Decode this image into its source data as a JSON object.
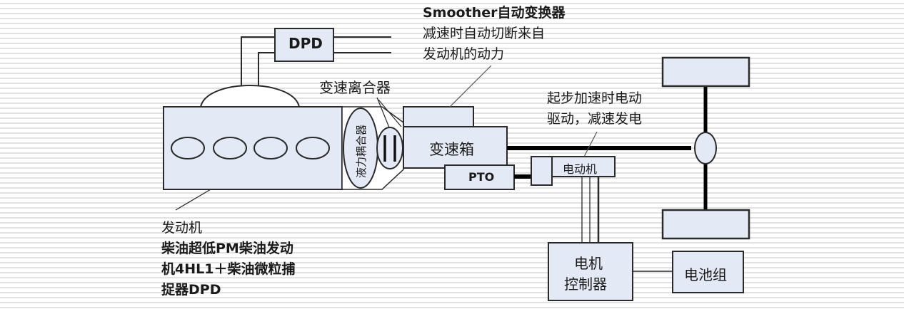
{
  "diagram": {
    "title": "Hybrid powertrain schematic",
    "colors": {
      "box_fill": "#e4eaf5",
      "stroke": "#2a2a2a",
      "background_stripe": "#e2e2e2"
    },
    "components": {
      "dpd": "DPD",
      "engine_cylinders": 4,
      "fluid_coupling": "液力耦合器",
      "transmission_clutch": "变速离合器",
      "gearbox": "变速箱",
      "pto": "PTO",
      "motor": "电动机",
      "motor_controller_line1": "电机",
      "motor_controller_line2": "控制器",
      "battery_pack": "电池组"
    },
    "callouts": {
      "smoother": [
        "Smoother自动变换器",
        "减速时自动切断来自",
        "发动机的动力"
      ],
      "motor_note": [
        "起步加速时电动",
        "驱动，减速发电"
      ],
      "engine": [
        "发动机",
        "柴油超低PM柴油发动",
        "机4HL1＋柴油微粒捕",
        "捉器DPD"
      ]
    }
  }
}
